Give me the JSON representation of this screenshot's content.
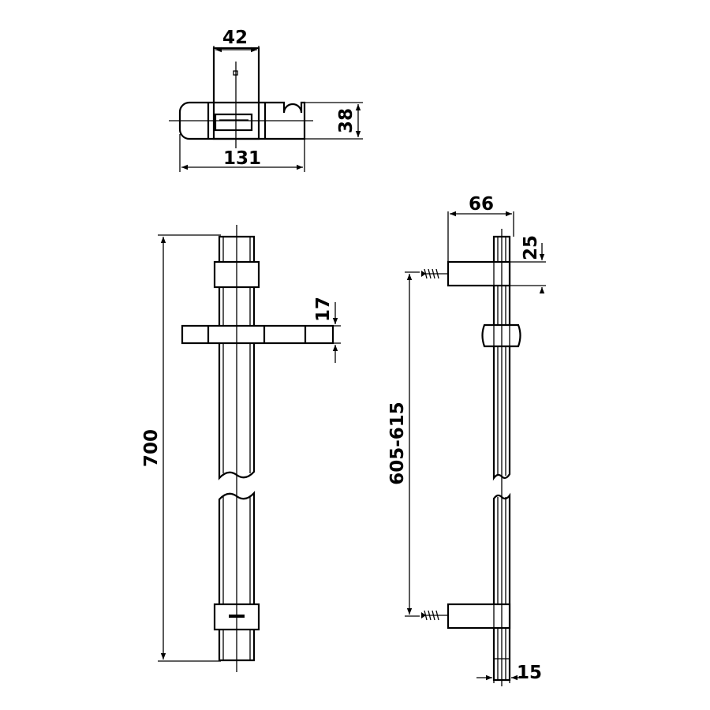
{
  "drawing": {
    "dimensions": {
      "top_width": "42",
      "top_height": "38",
      "top_length": "131",
      "overall_height": "700",
      "holder_thickness": "17",
      "wall_offset": "66",
      "bracket_height": "25",
      "mounting_distance": "605-615",
      "rail_diameter": "15"
    }
  }
}
